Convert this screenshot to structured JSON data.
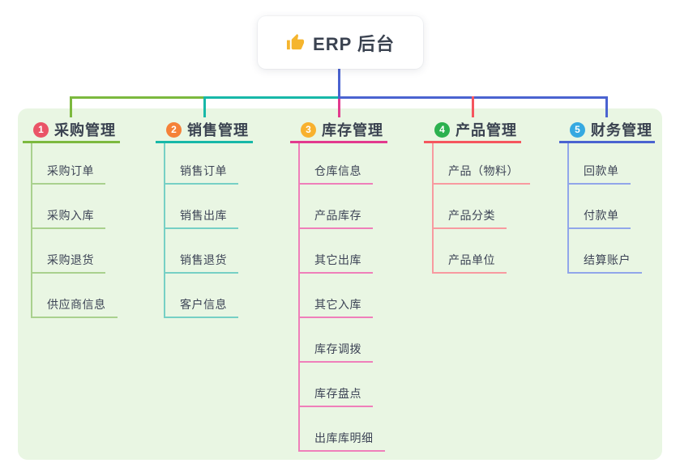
{
  "root": {
    "title": "ERP 后台",
    "icon": "thumbs-up-icon",
    "icon_color": "#f5b52e"
  },
  "panel": {
    "bg_color": "#e9f6e3"
  },
  "connector": {
    "root_color": "#4a63d0"
  },
  "branches": [
    {
      "number": "1",
      "label": "采购管理",
      "badge_color": "#ea5467",
      "color": "#7cb93e",
      "child_color": "#a9d18e",
      "items": [
        "采购订单",
        "采购入库",
        "采购退货",
        "供应商信息"
      ]
    },
    {
      "number": "2",
      "label": "销售管理",
      "badge_color": "#f58138",
      "color": "#17b8a8",
      "child_color": "#76d0c5",
      "items": [
        "销售订单",
        "销售出库",
        "销售退货",
        "客户信息"
      ]
    },
    {
      "number": "3",
      "label": "库存管理",
      "badge_color": "#f8b12e",
      "color": "#e23a8e",
      "child_color": "#ef7fba",
      "items": [
        "仓库信息",
        "产品库存",
        "其它出库",
        "其它入库",
        "库存调拨",
        "库存盘点",
        "出库库明细"
      ]
    },
    {
      "number": "4",
      "label": "产品管理",
      "badge_color": "#2cb14f",
      "color": "#f5565e",
      "child_color": "#f89aa0",
      "items": [
        "产品（物料）",
        "产品分类",
        "产品单位"
      ]
    },
    {
      "number": "5",
      "label": "财务管理",
      "badge_color": "#36a9e1",
      "color": "#4a63d0",
      "child_color": "#91a6ea",
      "items": [
        "回款单",
        "付款单",
        "结算账户"
      ]
    }
  ]
}
